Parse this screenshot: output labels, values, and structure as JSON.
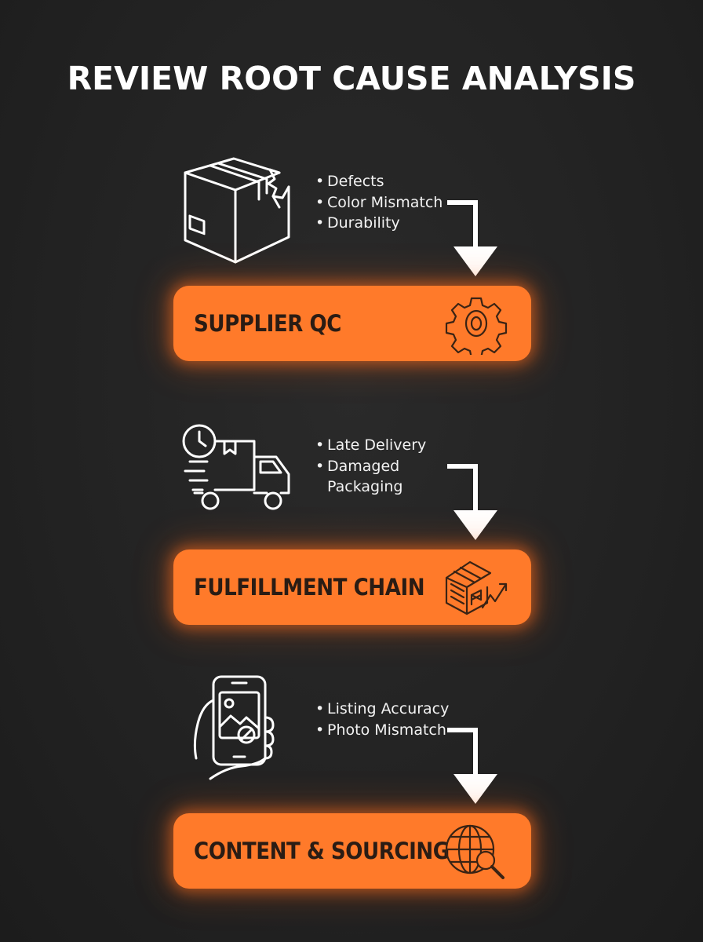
{
  "title": "REVIEW ROOT CAUSE ANALYSIS",
  "sections": [
    {
      "icon": "damaged-box-icon",
      "bullets": [
        "Defects",
        "Color Mismatch",
        "Durability"
      ],
      "label": "SUPPLIER QC",
      "pill_icon": "gear-icon"
    },
    {
      "icon": "delivery-truck-clock-icon",
      "bullets": [
        "Late Delivery",
        "Damaged",
        "Packaging"
      ],
      "label": "FULFILLMENT CHAIN",
      "pill_icon": "warehouse-trend-icon"
    },
    {
      "icon": "phone-photo-icon",
      "bullets": [
        "Listing Accuracy",
        "Photo Mismatch"
      ],
      "label": "CONTENT & SOURCING",
      "pill_icon": "globe-search-icon"
    }
  ],
  "colors": {
    "background": "#222222",
    "accent": "#ff7a2a",
    "pill_text": "#2a1c14",
    "text": "#ffffff"
  }
}
